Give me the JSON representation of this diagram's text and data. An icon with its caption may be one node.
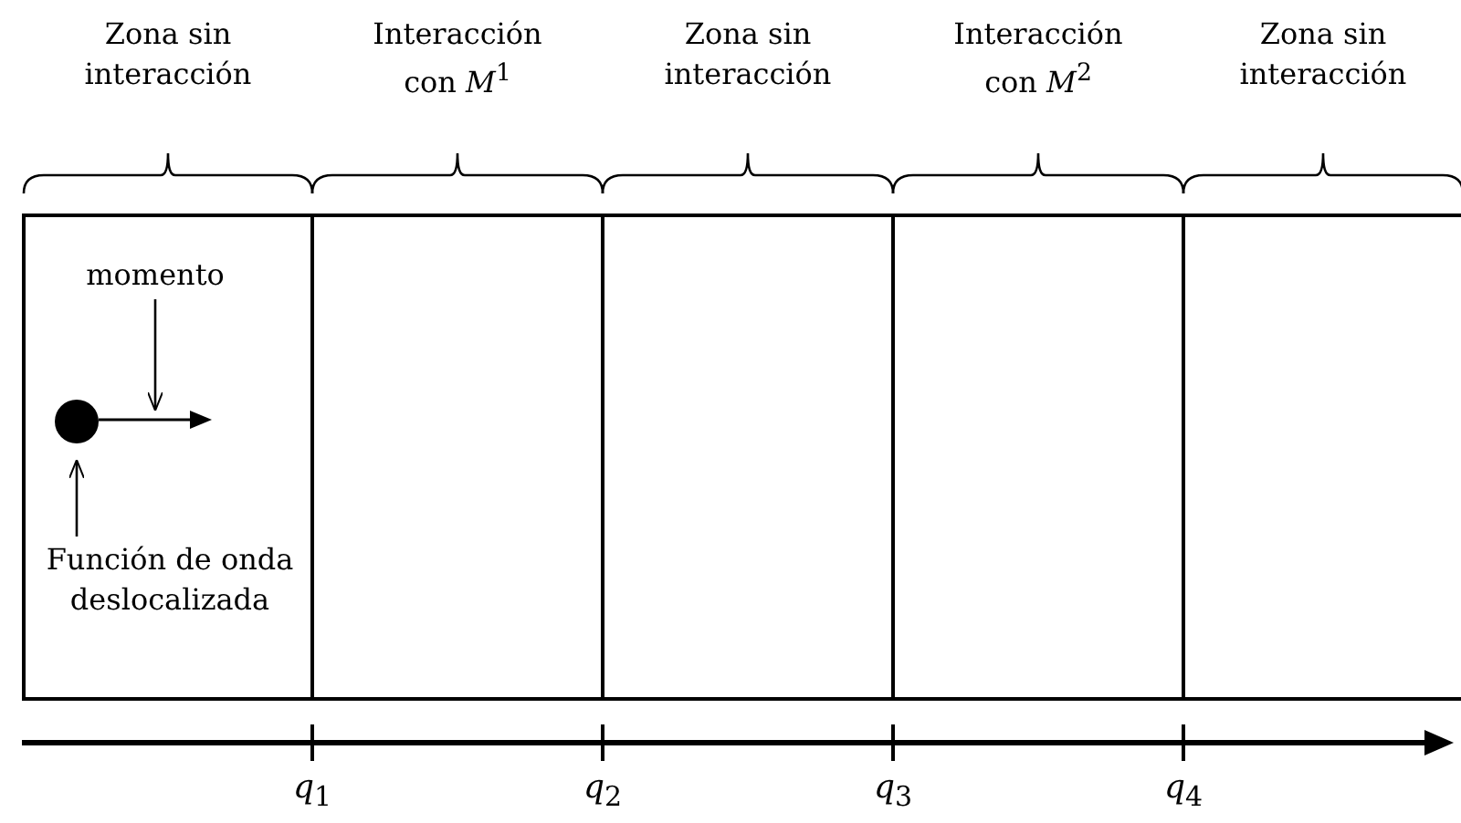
{
  "diagram": {
    "nodes": [
      {
        "text": [
          "Zona sin interacción"
        ]
      },
      {
        "text": [
          "Interacción con *M*$^{1}$"
        ]
      },
      {
        "text": [
          "Zona sin interacción"
        ]
      },
      {
        "text": [
          "Interacción con *M*$^{2}$"
        ]
      },
      {
        "text": [
          "Zona sin interacción"
        ]
      },
      {
        "text": [
          "momento"
        ],
        "in": 0
      },
      {
        "text": [],
        "shape": "circle",
        "in": 0
      },
      {
        "text": [
          "Función de onda deslocalizada"
        ],
        "in": 0
      }
    ],
    "edges": [
      {
        "from": 5,
        "to": null,
        "arrow": "to"
      },
      {
        "from": 7,
        "to": 6,
        "arrow": "to"
      }
    ],
    "labels": [
      "*q*$_{1}$",
      "*q*$_{2}$",
      "*q*$_{3}$",
      "*q*$_{4}$"
    ]
  }
}
